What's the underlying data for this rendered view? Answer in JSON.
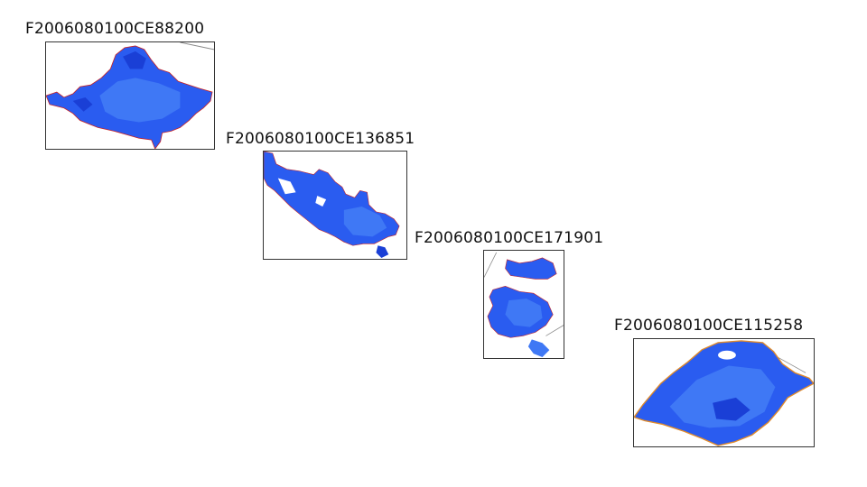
{
  "panels": [
    {
      "id": "F2006080100CE88200"
    },
    {
      "id": "F2006080100CE136851"
    },
    {
      "id": "F2006080100CE171901"
    },
    {
      "id": "F2006080100CE115258"
    }
  ],
  "colors": {
    "background": "#ffffff",
    "frame": "#333333",
    "fill_deep": "#1a3fd6",
    "fill_mid": "#2a5cf0",
    "fill_light": "#3f78f5",
    "edge_red": "#cc2222",
    "edge_orange": "#e08a2a",
    "boundary_gray": "#8a8a8a"
  },
  "icons": [
    "map-thumbnail"
  ]
}
